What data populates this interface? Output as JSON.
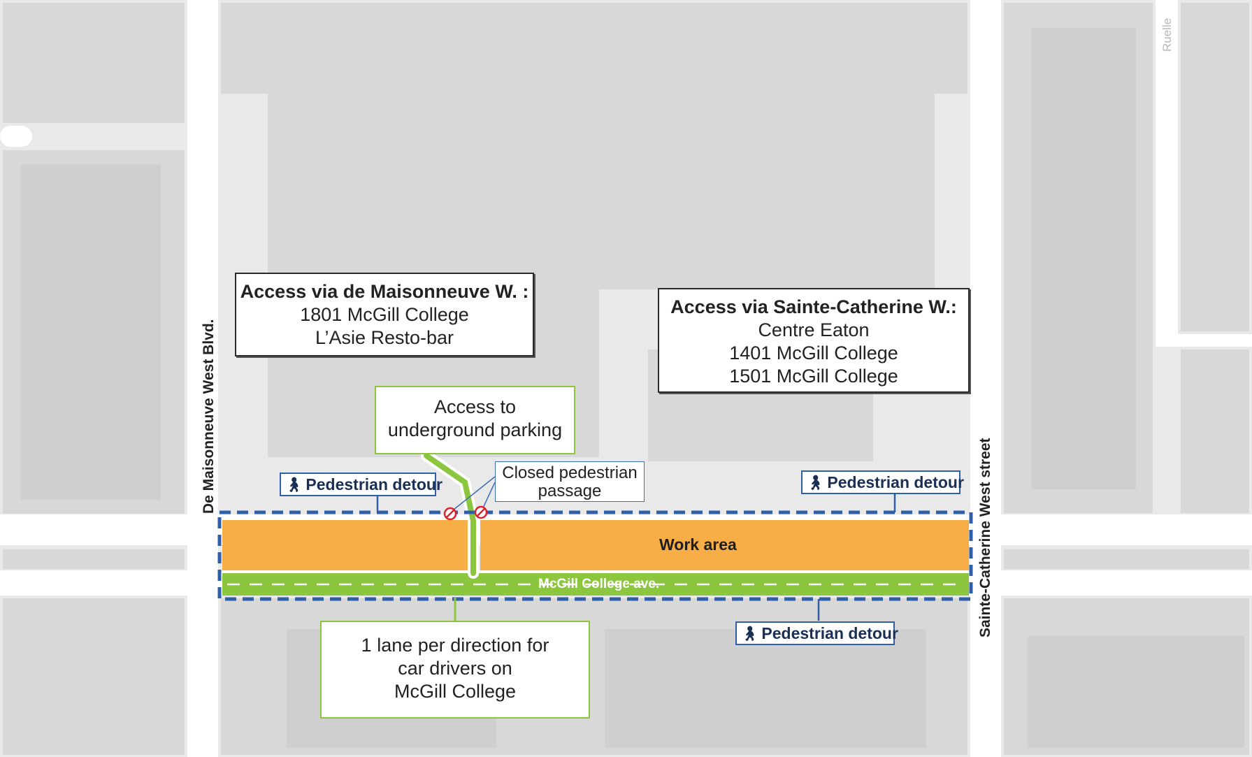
{
  "map": {
    "streets": {
      "west": "De Maisonneuve West Blvd.",
      "east": "Sainte-Catherine West street",
      "avenue": "McGill College ave.",
      "alley": "Ruelle"
    },
    "work_area_label": "Work area",
    "access_maisonneuve": {
      "heading": "Access via de Maisonneuve W. :",
      "lines": [
        "1801 McGill College",
        "L’Asie Resto-bar"
      ]
    },
    "access_sainte_catherine": {
      "heading": "Access via Sainte-Catherine W.:",
      "lines": [
        "Centre Eaton",
        "1401 McGill College",
        "1501 McGill College"
      ]
    },
    "parking": {
      "line1": "Access to",
      "line2": "underground parking"
    },
    "closed_passage": {
      "line1": "Closed pedestrian",
      "line2": "passage"
    },
    "pedestrian_detour_label": "Pedestrian detour",
    "lane_note": {
      "line1": "1 lane per direction for",
      "line2": "car drivers on",
      "line3": "McGill College"
    },
    "colors": {
      "work_area": "#f7ae46",
      "lane": "#8cc63f",
      "detour": "#2e5fa8",
      "building": "#d7d7d7",
      "road": "#ffffff",
      "closed_sign": "#e0202a"
    }
  }
}
